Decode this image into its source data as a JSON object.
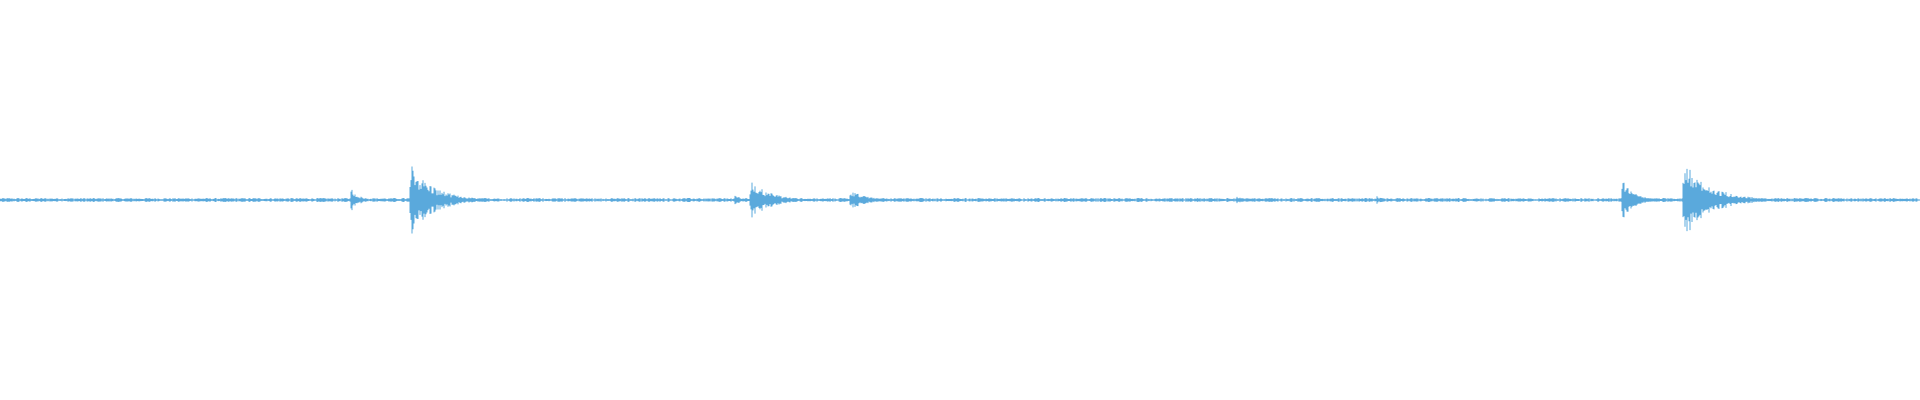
{
  "waveform": {
    "color": "#5aa9dc",
    "baseline_amplitude": 0.01,
    "bursts": [
      {
        "position": 0.183,
        "amplitude": 0.06,
        "decay": 0.004
      },
      {
        "position": 0.214,
        "amplitude": 0.18,
        "decay": 0.012
      },
      {
        "position": 0.383,
        "amplitude": 0.03,
        "decay": 0.003
      },
      {
        "position": 0.391,
        "amplitude": 0.1,
        "decay": 0.01
      },
      {
        "position": 0.443,
        "amplitude": 0.05,
        "decay": 0.008
      },
      {
        "position": 0.644,
        "amplitude": 0.02,
        "decay": 0.004
      },
      {
        "position": 0.717,
        "amplitude": 0.02,
        "decay": 0.004
      },
      {
        "position": 0.845,
        "amplitude": 0.11,
        "decay": 0.006
      },
      {
        "position": 0.877,
        "amplitude": 0.19,
        "decay": 0.014
      }
    ]
  }
}
